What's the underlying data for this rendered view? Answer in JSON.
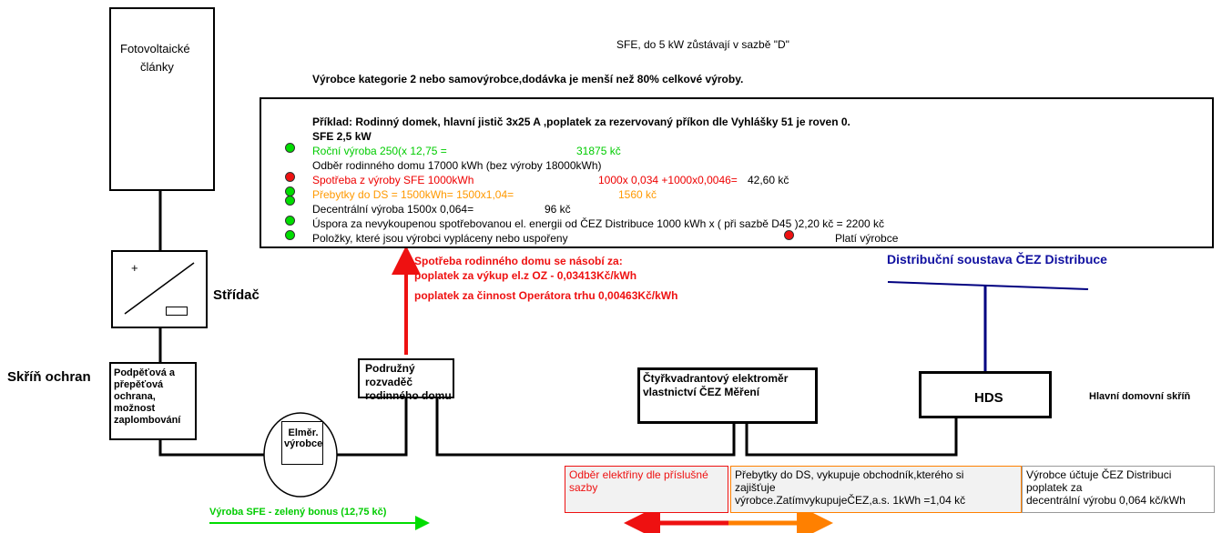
{
  "fv": {
    "label_line1": "Fotovoltaické",
    "label_line2": "články"
  },
  "inverter": {
    "plus": "+",
    "label": "Střídač"
  },
  "protection_cabinet": {
    "label": "Skříň ochran",
    "box_text": "Podpěťová a přepěťová ochrana, možnost zaplombování"
  },
  "meter_producer": {
    "text": "Elměr. výrobce"
  },
  "sub_panel": {
    "text": "Podružný rozvaděč rodinného domu"
  },
  "four_quadrant": {
    "text": "Čtyřkvadrantový elektroměr vlastnictví ČEZ Měření"
  },
  "hds": {
    "text": "HDS",
    "label": "Hlavní domovní skříň"
  },
  "distribution": {
    "label": "Distribuční soustava ČEZ Distribuce"
  },
  "header": {
    "sfe_note": "SFE, do 5 kW zůstávají v sazbě \"D\"",
    "category": "Výrobce kategorie 2 nebo samovýrobce,dodávka  je menší než 80% celkové výroby."
  },
  "example": {
    "title": "Příklad:  Rodinný domek, hlavní jistič 3x25 A ,poplatek za rezervovaný příkon dle Vyhlášky 51 je roven 0.",
    "subtitle": "SFE 2,5 kW",
    "rows": [
      {
        "text": "Roční výroba 250(x 12,75 =",
        "value": "31875 kč",
        "color": "#00cc00"
      },
      {
        "text": "Odběr rodinného domu 17000 kWh (bez výroby 18000kWh)",
        "value": "",
        "color": "#000000"
      },
      {
        "text": "Spotřeba z výroby SFE 1000kWh",
        "formula": "1000x 0,034 +1000x0,0046=",
        "value": "42,60 kč",
        "color": "#ee0000"
      },
      {
        "text": "Přebytky do DS = 1500kWh= 1500x1,04=",
        "value": "1560 kč",
        "color": "#ff9900"
      },
      {
        "text": "Decentrální výroba 1500x 0,064=",
        "value": "96 kč",
        "color": "#000000"
      },
      {
        "text": "Úspora za nevykoupenou spotřebovanou el. energii od ČEZ Distribuce 1000 kWh x ( při sazbě D45 )2,20 kč = 2200 kč",
        "value": "",
        "color": "#000000"
      },
      {
        "text": "Položky, které jsou výrobci vypláceny nebo uspořeny",
        "value": "",
        "color": "#000000"
      }
    ],
    "payer_label": "Platí výrobce"
  },
  "red_note": {
    "line1": "Spotřeba rodinného domu se násobí za:",
    "line2": "poplatek za výkup el.z OZ - 0,03413Kč/kWh",
    "line3": "poplatek za činnost Operátora trhu 0,00463Kč/kWh"
  },
  "bottom": {
    "green_bonus": "Výroba SFE - zelený bonus (12,75 kč)",
    "consumption": "Odběr elektřiny dle příslušné sazby",
    "surplus_line1": "Přebytky do DS, vykupuje obchodník,kterého si",
    "surplus_line2": "zajišťuje",
    "surplus_line3": "výrobce.ZatímvykupujeČEZ,a.s. 1kWh =1,04 kč",
    "producer_bill_line1": "Výrobce účtuje ČEZ Distribuci",
    "producer_bill_line2": "poplatek za",
    "producer_bill_line3": "decentrální výrobu 0,064 kč/kWh"
  },
  "colors": {
    "green": "#00dd00",
    "red": "#ee1111",
    "orange": "#ff8000",
    "navy": "#000080",
    "blue_label": "#1010a0"
  }
}
